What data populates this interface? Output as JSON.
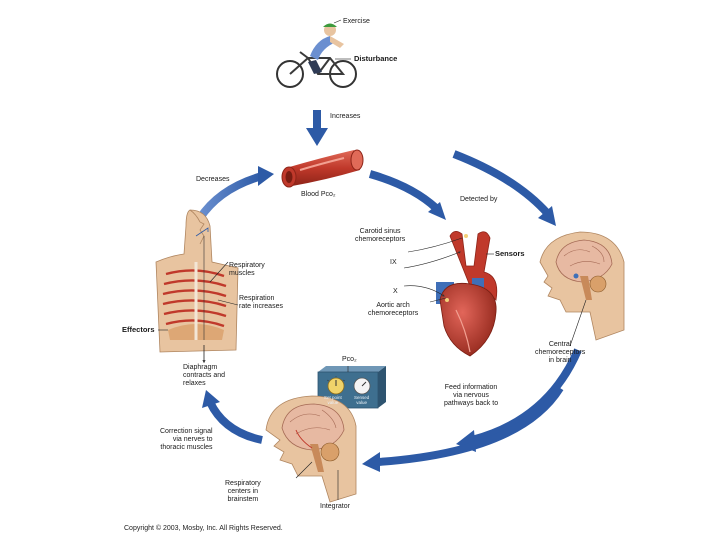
{
  "labels": {
    "exercise": "Exercise",
    "disturbance": "Disturbance",
    "increases": "Increases",
    "decreases": "Decreases",
    "blood_pco2": "Blood Pco₂",
    "detected_by": "Detected by",
    "carotid_sinus": "Carotid sinus\nchemoreceptors",
    "nerve_ix": "IX",
    "nerve_x": "X",
    "sensors": "Sensors",
    "aortic_arch": "Aortic arch\nchemoreceptors",
    "respiratory_muscles": "Respiratory\nmuscles",
    "respiration_rate": "Respiration\nrate increases",
    "effectors": "Effectors",
    "central_chemoreceptors": "Central\nchemoreceptors\nin brain",
    "pco2_box": "Pco₂",
    "setpoint_value": "Set point\nvalue",
    "sensed_value": "Sensed\nvalue",
    "diaphragm": "Diaphragm\ncontracts and\nrelaxes",
    "feed_information": "Feed information\nvia nervous\npathways back to",
    "correction_signal": "Correction signal\nvia nerves to\nthoracic muscles",
    "respiratory_centers": "Respiratory\ncenters in\nbrainstem",
    "integrator": "Integrator",
    "copyright": "Copyright © 2003, Mosby, Inc. All Rights Reserved."
  },
  "colors": {
    "arrow_blue": "#2d5aa6",
    "arrow_light": "#6a8fcf",
    "vessel_red": "#c0392b",
    "vessel_dark": "#8e2418",
    "skin": "#e8c4a0",
    "brain": "#e7b9a2",
    "cerebellum": "#d9a06a",
    "heart": "#b72f2a",
    "device_box": "#3e6f8f",
    "bike_shirt": "#6b8fd0"
  },
  "icons": [
    "cyclist-icon",
    "blood-vessel-icon",
    "torso-icon",
    "heart-icon",
    "brain-icon",
    "control-box-icon"
  ]
}
